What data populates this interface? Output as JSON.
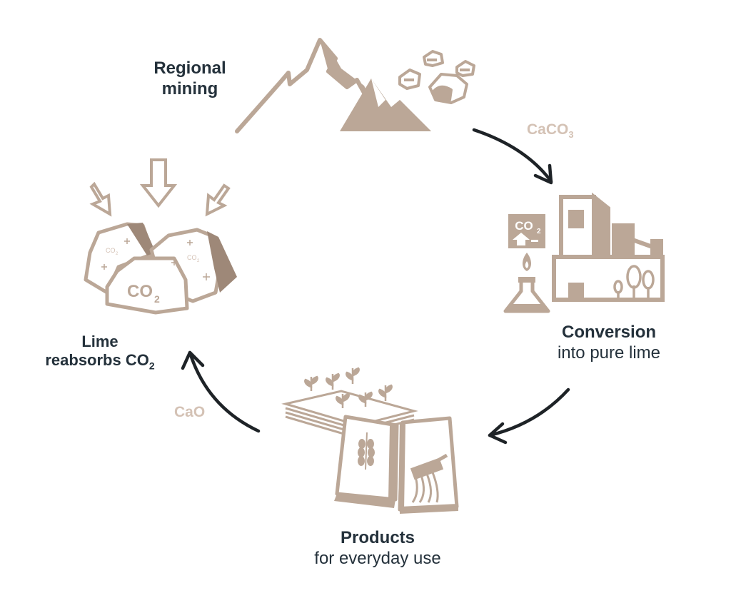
{
  "stages": {
    "mining": {
      "line1": "Regional",
      "line2": "mining"
    },
    "conversion": {
      "title": "Conversion",
      "subtitle": "into pure lime"
    },
    "products": {
      "title": "Products",
      "subtitle": "for everyday use"
    },
    "reabsorb": {
      "line1": "Lime",
      "line2_main": "reabsorbs CO",
      "line2_sub": "2"
    }
  },
  "chemicals": {
    "caco3": {
      "main": "CaCO",
      "sub": "3"
    },
    "cao": {
      "text": "CaO"
    },
    "co2": {
      "main": "CO",
      "sub": "2"
    }
  },
  "colors": {
    "illustration": "#bba797",
    "illustration_dark": "#9e8878",
    "chemical_label": "#d4c2b5",
    "text_dark": "#24313b",
    "arrow": "#1e2327"
  },
  "icons": [
    "mountain-icon",
    "rocks-icon",
    "factory-icon",
    "flask-burner-icon",
    "co2-sign-icon",
    "tree-icon",
    "field-icon",
    "sack-icon",
    "brush-icon",
    "lime-rocks-icon",
    "down-arrow-icon",
    "cycle-arrow-icon"
  ]
}
